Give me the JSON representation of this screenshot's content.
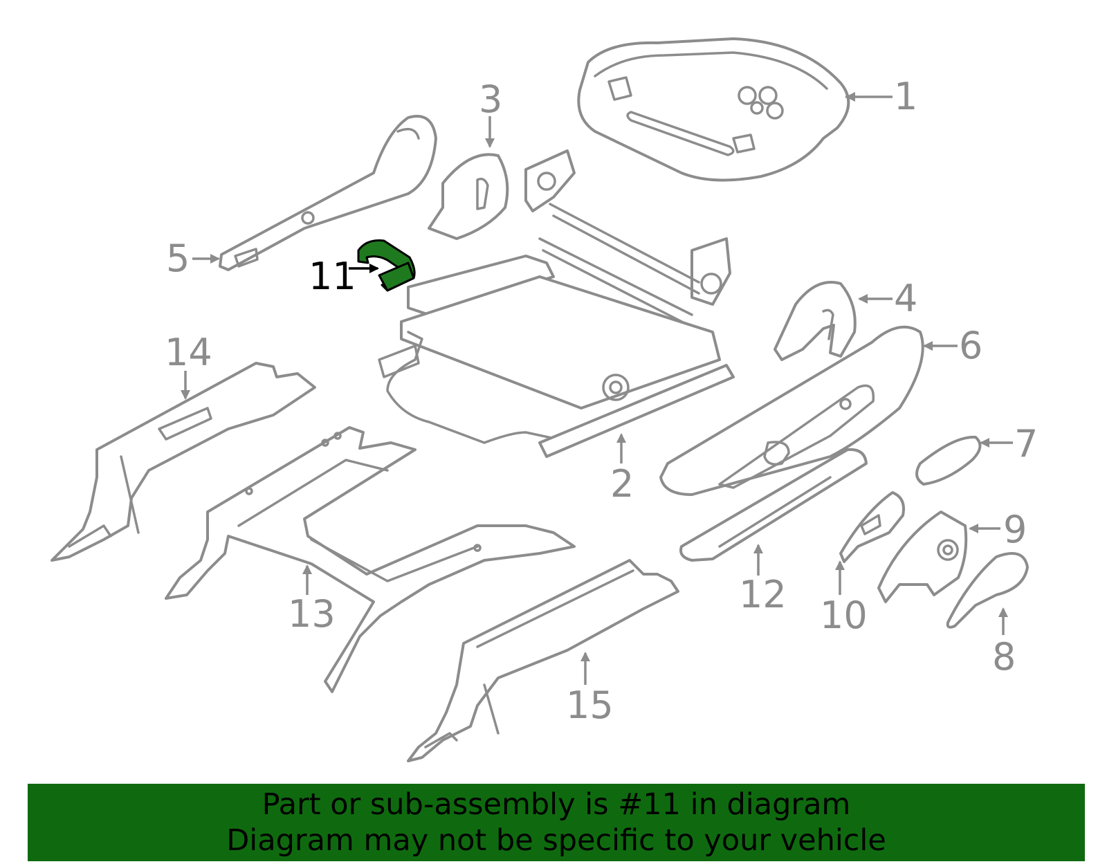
{
  "diagram": {
    "highlighted_part": "11",
    "callouts": [
      "1",
      "2",
      "3",
      "4",
      "5",
      "6",
      "7",
      "8",
      "9",
      "10",
      "11",
      "12",
      "13",
      "14",
      "15"
    ],
    "colors": {
      "line_art": "#8c8c8c",
      "highlight_fill": "#1f7a1f",
      "banner_background": "#0f6a0f",
      "banner_text": "#000000"
    }
  },
  "banner": {
    "line1": "Part or sub-assembly is #11 in diagram",
    "line2": "Diagram may not be specific to your vehicle"
  }
}
